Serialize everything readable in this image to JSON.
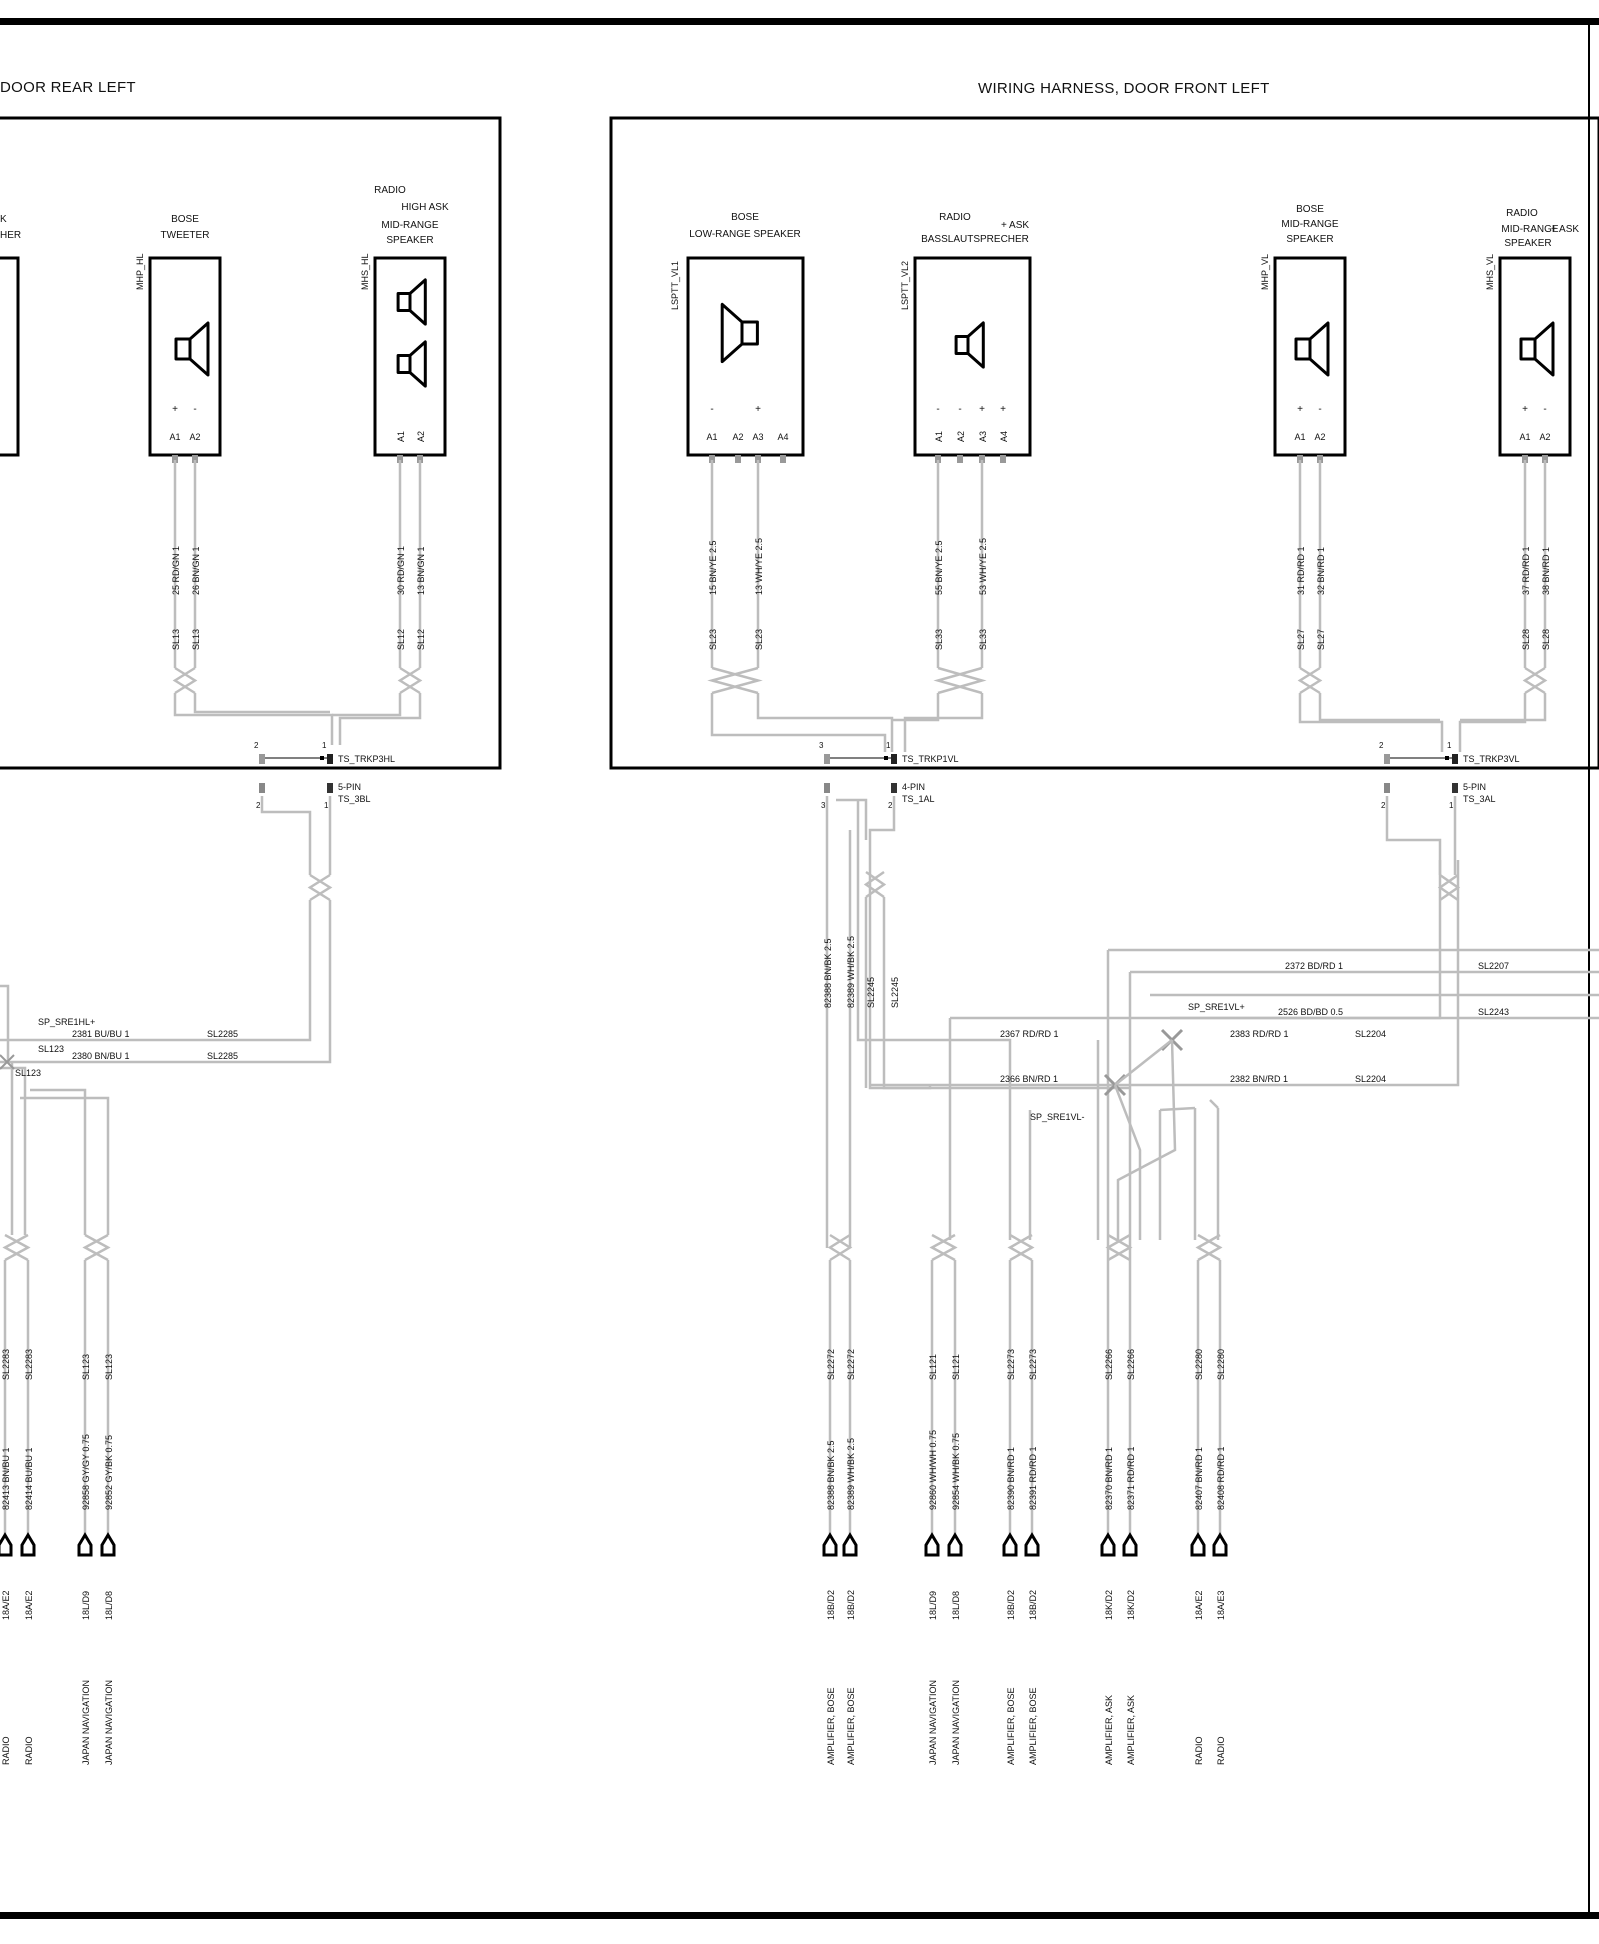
{
  "harness_rear_title": "DOOR  REAR LEFT",
  "harness_front_title": "WIRING HARNESS, DOOR  FRONT LEFT",
  "rear_partial_labels": [
    "K",
    "HER"
  ],
  "components": [
    {
      "id": "tweeter_hl",
      "label_lines": [
        "BOSE",
        "TWEETER"
      ],
      "code": "MHP_HL",
      "pins": [
        "A1",
        "A2"
      ],
      "signs": [
        "+",
        "-"
      ]
    },
    {
      "id": "mid_hl",
      "label_lines": [
        "RADIO",
        "HIGH ASK",
        "MID-RANGE",
        "SPEAKER"
      ],
      "code": "MHS_HL",
      "pins": [
        "A1",
        "A2"
      ],
      "signs": []
    },
    {
      "id": "low_vl1",
      "label_lines": [
        "BOSE",
        "LOW-RANGE SPEAKER"
      ],
      "code": "LSPTT_VL1",
      "pins": [
        "A1",
        "A2",
        "A3",
        "A4"
      ],
      "signs": [
        "-",
        "+"
      ]
    },
    {
      "id": "bass_vl2",
      "label_lines": [
        "RADIO",
        "+ ASK",
        "BASSLAUTSPRECHER"
      ],
      "code": "LSPTT_VL2",
      "pins": [
        "A1",
        "A2",
        "A3",
        "A4"
      ],
      "signs": [
        "-",
        "-",
        "+",
        "+"
      ]
    },
    {
      "id": "mid_vl",
      "label_lines": [
        "BOSE",
        "MID-RANGE",
        "SPEAKER"
      ],
      "code": "MHP_VL",
      "pins": [
        "A1",
        "A2"
      ],
      "signs": [
        "+",
        "-"
      ]
    },
    {
      "id": "mid_vl_radio",
      "label_lines": [
        "RADIO",
        "MID-RANGE",
        "+ ASK",
        "SPEAKER"
      ],
      "code": "MHS_VL",
      "pins": [
        "A1",
        "A2"
      ],
      "signs": [
        "+",
        "-"
      ]
    }
  ],
  "speaker_wires": [
    {
      "wire": "25 RD/GN 1",
      "sl": "SL13"
    },
    {
      "wire": "26 BN/GN 1",
      "sl": "SL13"
    },
    {
      "wire": "30 RD/GN 1",
      "sl": "SL12"
    },
    {
      "wire": "13 BN/GN 1",
      "sl": "SL12"
    },
    {
      "wire": "15 BN/YE 2.5",
      "sl": "SL23"
    },
    {
      "wire": "13 WH/YE 2.5",
      "sl": "SL23"
    },
    {
      "wire": "55 BN/YE 2.5",
      "sl": "SL33"
    },
    {
      "wire": "53 WH/YE 2.5",
      "sl": "SL33"
    },
    {
      "wire": "31 RD/RD 1",
      "sl": "SL27"
    },
    {
      "wire": "32 BN/RD 1",
      "sl": "SL27"
    },
    {
      "wire": "37 RD/RD 1",
      "sl": "SL28"
    },
    {
      "wire": "38 BN/RD 1",
      "sl": "SL28"
    }
  ],
  "connectors": {
    "trkp3hl": "TS_TRKP3HL",
    "ts3bl": [
      "5-PIN",
      "TS_3BL"
    ],
    "trkp1vl": "TS_TRKP1VL",
    "ts1al": [
      "4-PIN",
      "TS_1AL"
    ],
    "trkp3vl": "TS_TRKP3VL",
    "ts3al": [
      "5-PIN",
      "TS_3AL"
    ]
  },
  "pin_numbers": {
    "p1": "1",
    "p2": "2",
    "p3": "3"
  },
  "rear_bus": [
    {
      "wire": "2381 BU/BU 1",
      "sl": "SL2285"
    },
    {
      "wire": "2380 BN/BU 1",
      "sl": "SL2285"
    }
  ],
  "rear_splices": {
    "sp": "SP_SRE1HL+",
    "a": "SL123",
    "b": "SL123"
  },
  "front_verticals": [
    {
      "wire": "82388 BN/BK 2.5"
    },
    {
      "wire": "82389 WH/BK 2.5"
    },
    {
      "wire": "SL2245"
    },
    {
      "wire": "SL2245"
    }
  ],
  "front_bus": [
    {
      "wire": "2372 BD/RD 1",
      "sl": "SL2207"
    },
    {
      "wire": "2526 BD/BD 0.5",
      "sl": "SL2243"
    },
    {
      "wire": "2367 RD/RD 1",
      "sl": ""
    },
    {
      "wire": "2383 RD/RD 1",
      "sl": "SL2204"
    },
    {
      "wire": "2366 BN/RD 1",
      "sl": ""
    },
    {
      "wire": "2382 BN/RD 1",
      "sl": "SL2204"
    }
  ],
  "front_splices": {
    "plus": "SP_SRE1VL+",
    "minus": "SP_SRE1VL-"
  },
  "bottom_pairs": [
    {
      "sl": [
        "SL2283",
        "SL2283"
      ],
      "wire": [
        "82413 BN/BU 1",
        "82414 BU/BU 1"
      ],
      "pin": [
        "18A/E2",
        "18A/E2"
      ],
      "dest": [
        "RADIO",
        "RADIO"
      ]
    },
    {
      "sl": [
        "SL123",
        "SL123"
      ],
      "wire": [
        "92858 GY/GY 0.75",
        "92852 GY/BK 0.75"
      ],
      "pin": [
        "18L/D9",
        "18L/D8"
      ],
      "dest": [
        "JAPAN NAVIGATION",
        "JAPAN NAVIGATION"
      ]
    },
    {
      "sl": [
        "SL2272",
        "SL2272"
      ],
      "wire": [
        "82388 BN/BK 2.5",
        "82389 WH/BK 2.5"
      ],
      "pin": [
        "18B/D2",
        "18B/D2"
      ],
      "dest": [
        "AMPLIFIER, BOSE",
        "AMPLIFIER, BOSE"
      ]
    },
    {
      "sl": [
        "SL121",
        "SL121"
      ],
      "wire": [
        "92860 WH/WH 0.75",
        "92854 WH/BK 0.75"
      ],
      "pin": [
        "18L/D9",
        "18L/D8"
      ],
      "dest": [
        "JAPAN NAVIGATION",
        "JAPAN NAVIGATION"
      ]
    },
    {
      "sl": [
        "SL2273",
        "SL2273"
      ],
      "wire": [
        "82390 BN/RD 1",
        "82391 RD/RD 1"
      ],
      "pin": [
        "18B/D2",
        "18B/D2"
      ],
      "dest": [
        "AMPLIFIER, BOSE",
        "AMPLIFIER, BOSE"
      ]
    },
    {
      "sl": [
        "SL2266",
        "SL2266"
      ],
      "wire": [
        "82370 BN/RD 1",
        "82371 RD/RD 1"
      ],
      "pin": [
        "18K/D2",
        "18K/D2"
      ],
      "dest": [
        "AMPLIFIER, ASK",
        "AMPLIFIER, ASK"
      ]
    },
    {
      "sl": [
        "SL2280",
        "SL2280"
      ],
      "wire": [
        "82407 BN/RD 1",
        "82408 RD/RD 1"
      ],
      "pin": [
        "18A/E2",
        "18A/E3"
      ],
      "dest": [
        "RADIO",
        "RADIO"
      ]
    }
  ]
}
